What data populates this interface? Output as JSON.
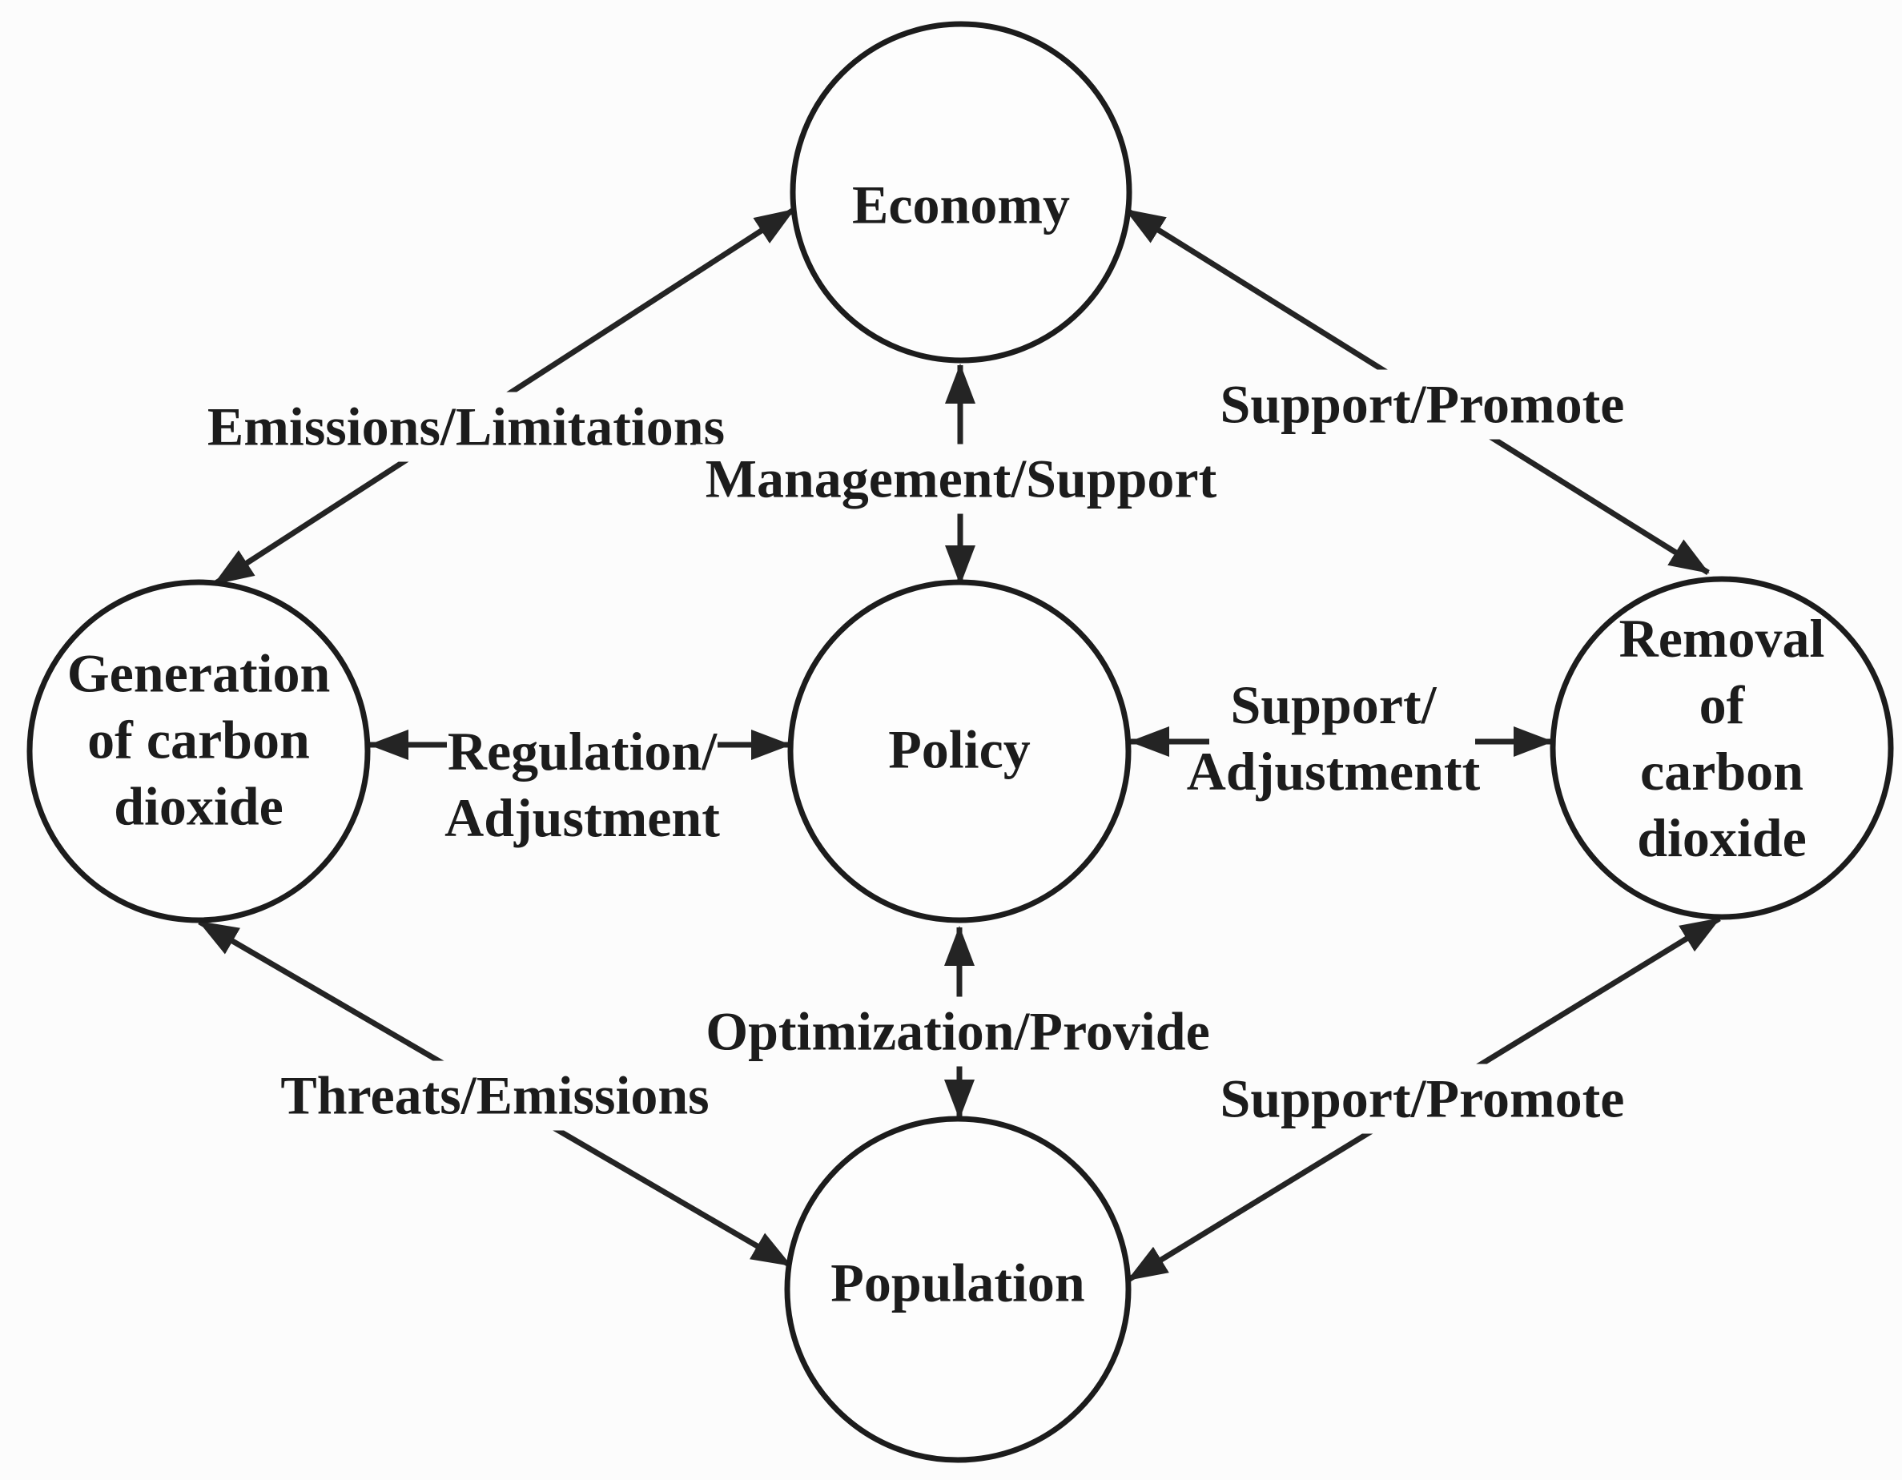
{
  "figure": {
    "background_color": "#fcfcfc",
    "stroke_color": "#242424",
    "text_color": "#1c1c1c"
  },
  "nodes": {
    "economy": {
      "label": "Economy"
    },
    "policy": {
      "label": "Policy"
    },
    "generation": {
      "label": "Generation\nof carbon\ndioxide"
    },
    "removal": {
      "label": "Removal of\ncarbon\ndioxide"
    },
    "population": {
      "label": "Population"
    }
  },
  "edges": {
    "economy_generation": {
      "label": "Emissions/Limitations",
      "arrows": "both"
    },
    "economy_removal": {
      "label": "Support/Promote",
      "arrows": "both"
    },
    "economy_policy": {
      "label": "Management/Support",
      "arrows": "both"
    },
    "policy_generation": {
      "label": "Regulation/\nAdjustment",
      "arrows": "both"
    },
    "policy_removal": {
      "label": "Support/\nAdjustmentt",
      "arrows": "both"
    },
    "policy_population": {
      "label": "Optimization/Provide",
      "arrows": "both"
    },
    "generation_population": {
      "label": "Threats/Emissions",
      "arrows": "both"
    },
    "population_removal": {
      "label": "Support/Promote",
      "arrows": "both"
    }
  }
}
